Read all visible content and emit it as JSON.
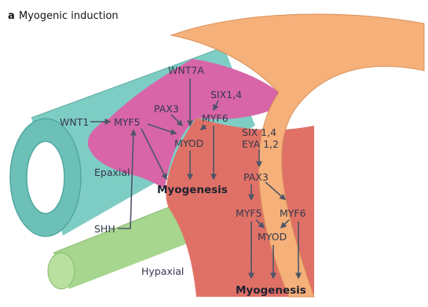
{
  "panel": {
    "letter": "a",
    "title": "Myogenic induction"
  },
  "labels": {
    "wnt7a": "WNT7A",
    "six14_top": "SIX1,4",
    "pax3_top": "PAX3",
    "myf6_top": "MYF6",
    "wnt1": "WNT1",
    "myf5_top": "MYF5",
    "myod_top": "MYOD",
    "epaxial": "Epaxial",
    "myogenesis_top": "Myogenesis",
    "six14_bottom": "SIX 1,4",
    "eya12": "EYA 1,2",
    "pax3_bottom": "PAX3",
    "myf5_bottom": "MYF5",
    "myf6_bottom": "MYF6",
    "myod_bottom": "MYOD",
    "shh": "SHH",
    "hypaxial": "Hypaxial",
    "myogenesis_bottom": "Myogenesis"
  },
  "colors": {
    "neural_tube": "#7ecdc4",
    "neural_tube_dark": "#4fa89f",
    "notochord": "#a7d68e",
    "dermomyotome_epaxial": "#d765a8",
    "dermomyotome_hypaxial": "#e2706a",
    "ectoderm": "#f6b07a",
    "arrow": "#4d5566"
  }
}
